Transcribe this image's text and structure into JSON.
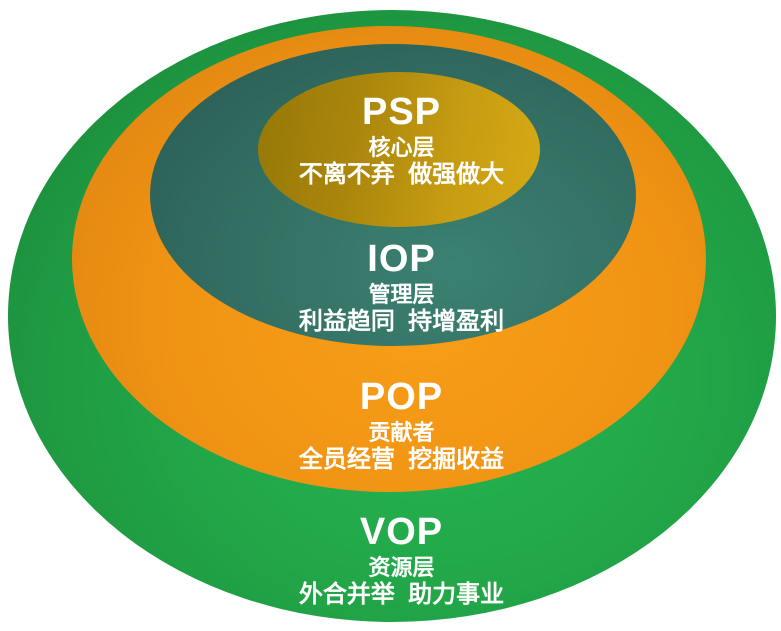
{
  "diagram": {
    "type": "nested-ellipses",
    "background_color": "#ffffff",
    "text_color": "#ffffff",
    "layers": [
      {
        "code": "VOP",
        "name": "资源层",
        "slogan": "外合并举  助力事业",
        "position": "outermost",
        "color": "#22a849",
        "color_dark": "#1b7e35"
      },
      {
        "code": "POP",
        "name": "贡献者",
        "slogan": "全员经营  挖掘收益",
        "position": "second",
        "color": "#f09314",
        "color_dark": "#c9780d"
      },
      {
        "code": "IOP",
        "name": "管理层",
        "slogan": "利益趋同  持增盈利",
        "position": "third",
        "color": "#337063",
        "color_dark": "#2a5a52"
      },
      {
        "code": "PSP",
        "name": "核心层",
        "slogan": "不离不弃  做强做大",
        "position": "innermost",
        "color": "#c79d12",
        "color_dark": "#957808"
      }
    ]
  }
}
